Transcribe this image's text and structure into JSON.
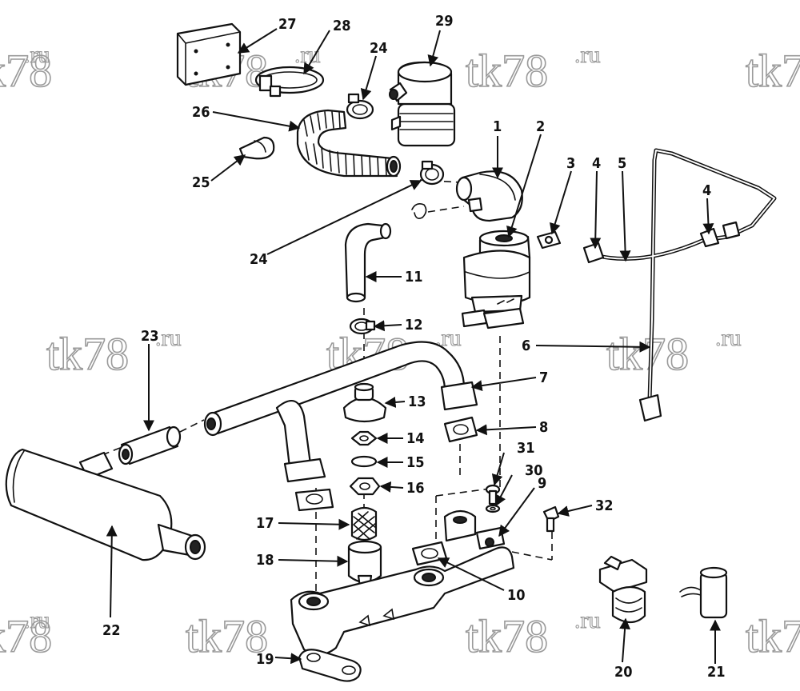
{
  "watermark": {
    "main": "tk78",
    "sup": ".ru"
  },
  "callouts": {
    "n1": "1",
    "n2": "2",
    "n3": "3",
    "n4a": "4",
    "n4b": "4",
    "n5": "5",
    "n6": "6",
    "n7": "7",
    "n8": "8",
    "n9": "9",
    "n10": "10",
    "n11": "11",
    "n12": "12",
    "n13": "13",
    "n14": "14",
    "n15": "15",
    "n16": "16",
    "n17": "17",
    "n18": "18",
    "n19": "19",
    "n20": "20",
    "n21": "21",
    "n22": "22",
    "n23": "23",
    "n24a": "24",
    "n24b": "24",
    "n25": "25",
    "n26": "26",
    "n27": "27",
    "n28": "28",
    "n29": "29",
    "n30": "30",
    "n31": "31",
    "n32": "32"
  }
}
